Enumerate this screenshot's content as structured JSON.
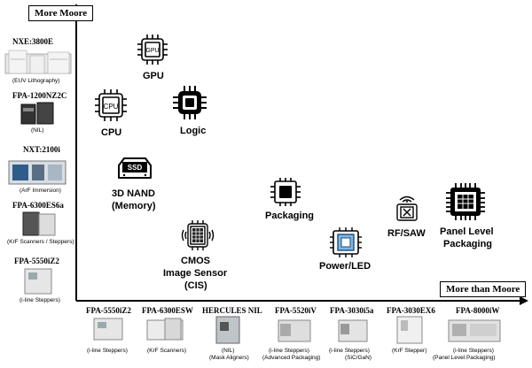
{
  "axes": {
    "y_label": "More Moore",
    "x_label": "More than Moore"
  },
  "left_machines": [
    {
      "name": "NXE:3800E",
      "desc": "(EUV Lithography)"
    },
    {
      "name": "FPA-1200NZ2C",
      "desc": "(NIL)"
    },
    {
      "name": "NXT:2100i",
      "desc": "(ArF Immersion)"
    },
    {
      "name": "FPA-6300ES6a",
      "desc": "(KrF Scanners / Steppers)"
    },
    {
      "name": "FPA-5550iZ2",
      "desc": "(i-line Steppers)"
    }
  ],
  "bottom_machines": [
    {
      "name": "FPA-5550iZ2",
      "desc1": "(i-line Steppers)",
      "desc2": ""
    },
    {
      "name": "FPA-6300ESW",
      "desc1": "(KrF Scanners)",
      "desc2": ""
    },
    {
      "name": "HERCULES NIL",
      "desc1": "(NIL)",
      "desc2": "(Mask Aligners)"
    },
    {
      "name": "FPA-5520iV",
      "desc1": "(i-line Steppers)",
      "desc2": "(Advanced Packaging)"
    },
    {
      "name": "FPA-3030i5a",
      "desc1": "(i-line Steppers)",
      "desc2": "(SiC/GaN)"
    },
    {
      "name": "FPA-3030EX6",
      "desc1": "(KrF Stepper)",
      "desc2": ""
    },
    {
      "name": "FPA-8000iW",
      "desc1": "(i-line Steppers)",
      "desc2": "(Panel Level Packaging)"
    }
  ],
  "categories": {
    "gpu": {
      "label": "GPU",
      "chip_text": "GPU"
    },
    "cpu": {
      "label": "CPU",
      "chip_text": "CPU"
    },
    "logic": {
      "label": "Logic"
    },
    "nand": {
      "line1": "3D NAND",
      "line2": "(Memory)",
      "chip_text": "SSD"
    },
    "cmos": {
      "line1": "CMOS",
      "line2": "Image Sensor",
      "line3": "(CIS)"
    },
    "packaging": {
      "label": "Packaging"
    },
    "power": {
      "label": "Power/LED"
    },
    "rf": {
      "label": "RF/SAW"
    },
    "panel": {
      "line1": "Panel Level",
      "line2": "Packaging"
    }
  }
}
